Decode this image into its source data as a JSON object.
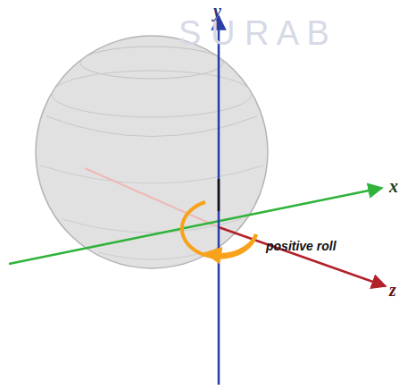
{
  "diagram": {
    "labels": [
      "S U R A B",
      "y",
      "x",
      "z",
      "positive roll"
    ]
  }
}
